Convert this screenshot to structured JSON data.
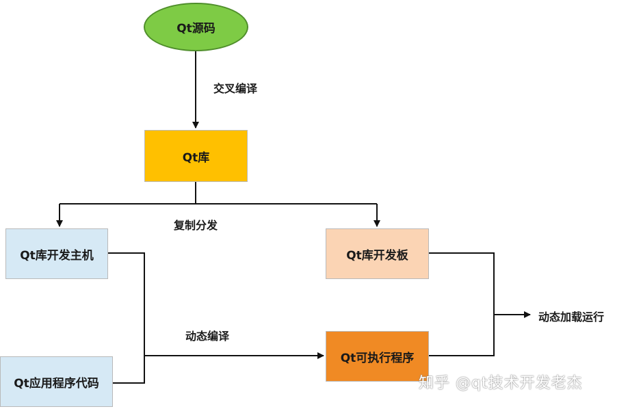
{
  "nodes": {
    "source": {
      "label": "Qt源码",
      "color": "#7ecb45"
    },
    "lib": {
      "label": "Qt库",
      "color": "#ffc000"
    },
    "host": {
      "label": "Qt库开发主机",
      "color": "#d6e9f5"
    },
    "board": {
      "label": "Qt库开发板",
      "color": "#fbd4b4"
    },
    "appcode": {
      "label": "Qt应用程序代码",
      "color": "#d6e9f5"
    },
    "exec": {
      "label": "Qt可执行程序",
      "color": "#f08a24"
    }
  },
  "edges": {
    "cross_compile": "交叉编译",
    "copy_distribute": "复制分发",
    "dynamic_compile": "动态编译",
    "dynamic_run": "动态加载运行"
  },
  "watermark": "知乎 @qt技术开发老杰"
}
